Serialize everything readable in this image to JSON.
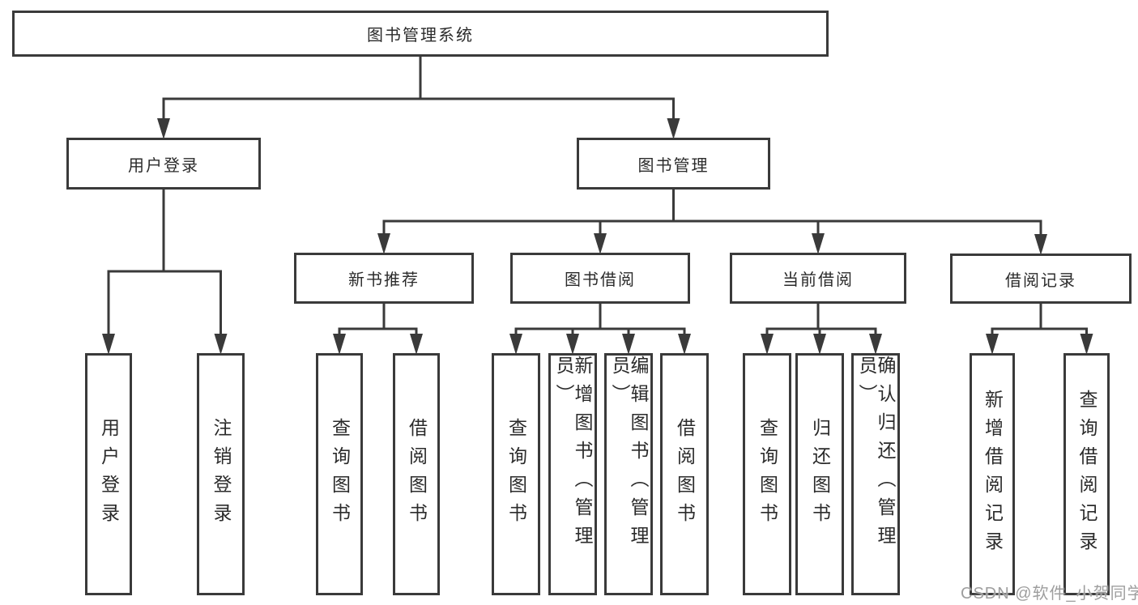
{
  "diagram": {
    "title": "图书管理系统",
    "nodes": [
      {
        "id": "root",
        "label": "图书管理系统",
        "parent": null,
        "orientation": "horizontal"
      },
      {
        "id": "user-login-branch",
        "label": "用户登录",
        "parent": "root",
        "orientation": "horizontal"
      },
      {
        "id": "book-mgmt",
        "label": "图书管理",
        "parent": "root",
        "orientation": "horizontal"
      },
      {
        "id": "new-book-rec",
        "label": "新书推荐",
        "parent": "book-mgmt",
        "orientation": "horizontal"
      },
      {
        "id": "book-borrow",
        "label": "图书借阅",
        "parent": "book-mgmt",
        "orientation": "horizontal"
      },
      {
        "id": "current-borrow",
        "label": "当前借阅",
        "parent": "book-mgmt",
        "orientation": "horizontal"
      },
      {
        "id": "borrow-records",
        "label": "借阅记录",
        "parent": "book-mgmt",
        "orientation": "horizontal"
      },
      {
        "id": "login",
        "label": "用户登录",
        "parent": "user-login-branch",
        "orientation": "vertical"
      },
      {
        "id": "logout",
        "label": "注销登录",
        "parent": "user-login-branch",
        "orientation": "vertical"
      },
      {
        "id": "query-book-newrec",
        "label": "查询图书",
        "parent": "new-book-rec",
        "orientation": "vertical"
      },
      {
        "id": "borrow-book-newrec",
        "label": "借阅图书",
        "parent": "new-book-rec",
        "orientation": "vertical"
      },
      {
        "id": "query-book-borrow",
        "label": "查询图书",
        "parent": "book-borrow",
        "orientation": "vertical"
      },
      {
        "id": "add-book-admin",
        "label": "新增图书（管理员）",
        "parent": "book-borrow",
        "orientation": "vertical"
      },
      {
        "id": "edit-book-admin",
        "label": "编辑图书（管理员）",
        "parent": "book-borrow",
        "orientation": "vertical"
      },
      {
        "id": "borrow-book",
        "label": "借阅图书",
        "parent": "book-borrow",
        "orientation": "vertical"
      },
      {
        "id": "query-book-current",
        "label": "查询图书",
        "parent": "current-borrow",
        "orientation": "vertical"
      },
      {
        "id": "return-book",
        "label": "归还图书",
        "parent": "current-borrow",
        "orientation": "vertical"
      },
      {
        "id": "confirm-return-admin",
        "label": "确认归还（管理员）",
        "parent": "current-borrow",
        "orientation": "vertical"
      },
      {
        "id": "add-borrow-record",
        "label": "新增借阅记录",
        "parent": "borrow-records",
        "orientation": "vertical"
      },
      {
        "id": "query-borrow-record",
        "label": "查询借阅记录",
        "parent": "borrow-records",
        "orientation": "vertical"
      }
    ]
  },
  "watermark": {
    "text": "CSDN @软件_小贺同学"
  },
  "colors": {
    "line": "#3a3a3a",
    "text": "#2b2b2b",
    "box_background": "#ffffff",
    "page_background": "#ffffff",
    "watermark": "#9e9e9e"
  }
}
